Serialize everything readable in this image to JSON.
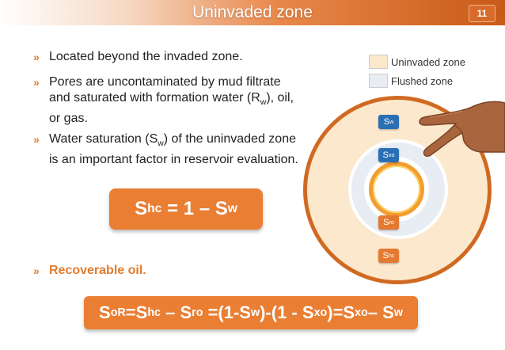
{
  "header": {
    "title": "Uninvaded zone",
    "page_number": "11"
  },
  "bullets": [
    {
      "text": "Located beyond the invaded zone."
    },
    {
      "text_parts": [
        "Pores are uncontaminated by mud filtrate and saturated with formation water (R",
        "w",
        "), oil, or gas."
      ]
    },
    {
      "text_parts": [
        "Water saturation (S",
        "w",
        ") of the uninvaded zone is an  important factor in reservoir evaluation."
      ]
    },
    {
      "text": "Recoverable oil."
    }
  ],
  "bullet_mark": "»",
  "equation1": {
    "parts": [
      "S",
      "hc",
      " = 1 – S",
      "w"
    ]
  },
  "equation2": {
    "parts": [
      "S",
      "oR",
      "=S",
      "hc",
      " – S",
      "ro",
      " =(1-S",
      "w",
      ")-(1 - S",
      "xo",
      ")=S",
      "xo",
      "– S",
      "w"
    ]
  },
  "legend": {
    "items": [
      {
        "label": "Uninvaded zone",
        "color": "#fce8cc"
      },
      {
        "label": "Flushed zone",
        "color": "#e8edf4"
      }
    ]
  },
  "diagram_labels": {
    "sw": [
      "S",
      "w"
    ],
    "sxo": [
      "S",
      "xo"
    ],
    "sro": [
      "S",
      "ro"
    ],
    "shc": [
      "S",
      "hc"
    ]
  },
  "colors": {
    "accent": "#ea7e33",
    "blue": "#2a6fb4",
    "ring": "#d06a22"
  }
}
